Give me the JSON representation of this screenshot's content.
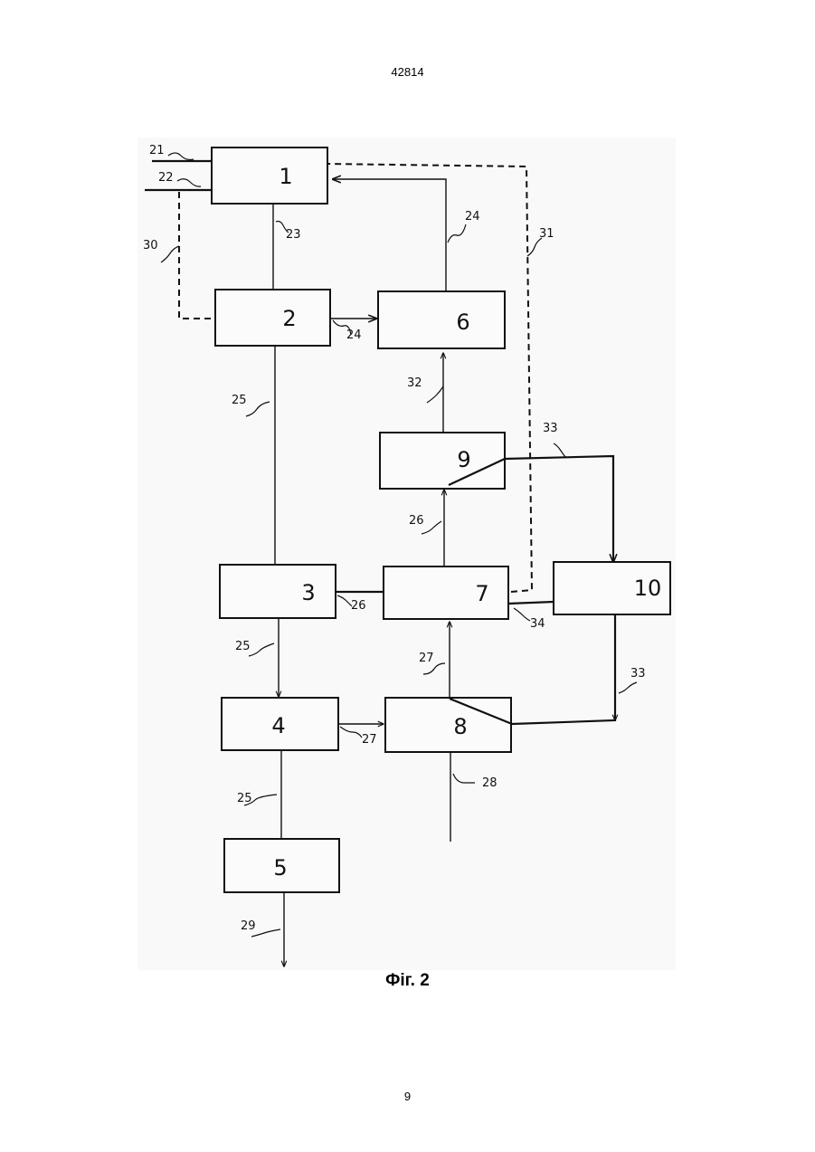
{
  "header": {
    "doc_number": "42814"
  },
  "diagram": {
    "blocks": {
      "b1": "1",
      "b2": "2",
      "b3": "3",
      "b4": "4",
      "b5": "5",
      "b6": "6",
      "b7": "7",
      "b8": "8",
      "b9": "9",
      "b10": "10"
    },
    "refs": {
      "r21": "21",
      "r22": "22",
      "r23": "23",
      "r24a": "24",
      "r24b": "24",
      "r25a": "25",
      "r25b": "25",
      "r25c": "25",
      "r26a": "26",
      "r26b": "26",
      "r27a": "27",
      "r27b": "27",
      "r28": "28",
      "r29": "29",
      "r30": "30",
      "r31": "31",
      "r32": "32",
      "r33a": "33",
      "r33b": "33",
      "r34": "34"
    }
  },
  "caption": "Фіг. 2",
  "footer": {
    "page_number": "9"
  }
}
